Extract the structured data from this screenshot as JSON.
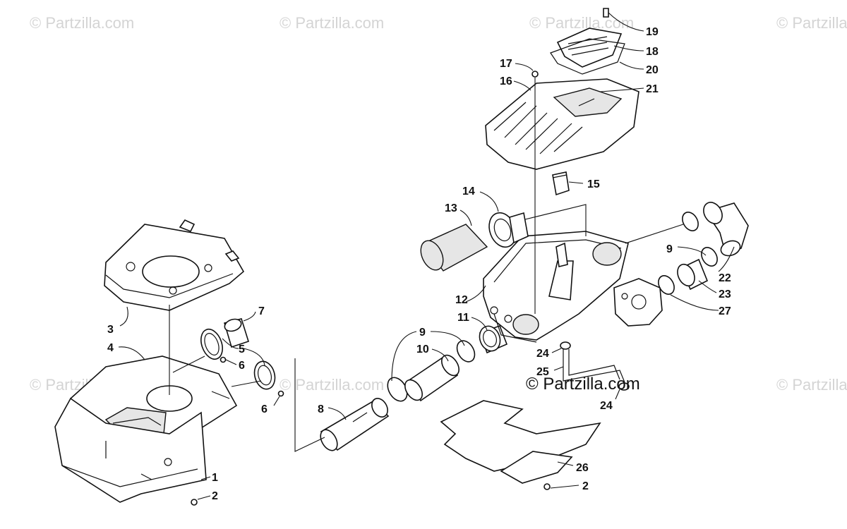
{
  "watermark": "© Partzilla.com",
  "brand_credit": "© Partzilla.com",
  "callouts": [
    "1",
    "2",
    "3",
    "4",
    "5",
    "6",
    "6",
    "7",
    "8",
    "9",
    "9",
    "10",
    "11",
    "12",
    "13",
    "14",
    "15",
    "16",
    "17",
    "18",
    "19",
    "20",
    "21",
    "22",
    "23",
    "24",
    "24",
    "25",
    "26",
    "2",
    "27"
  ]
}
